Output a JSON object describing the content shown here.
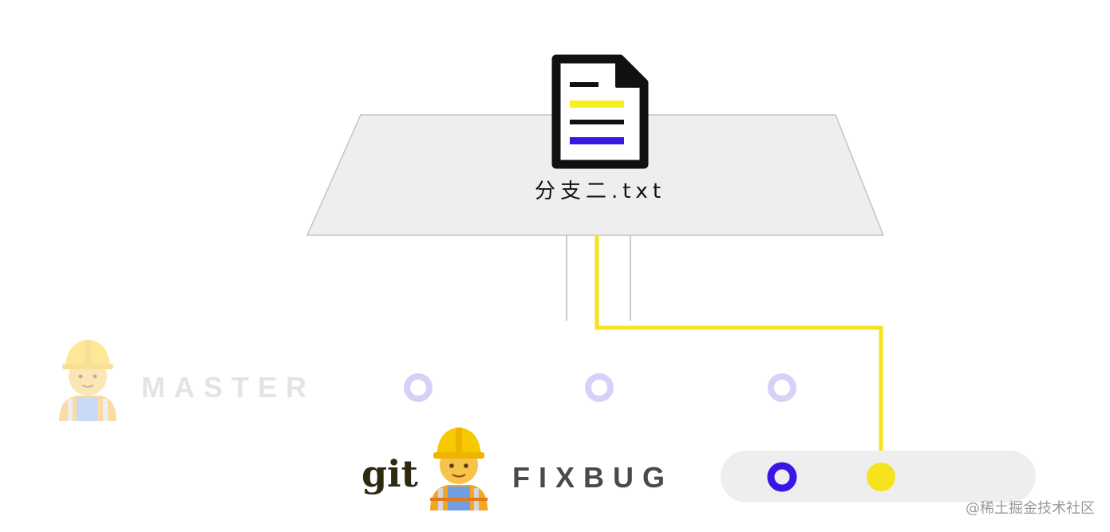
{
  "file": {
    "name": "分支二.txt",
    "icon": "document-icon",
    "line_colors": {
      "dark": "#111111",
      "yellow": "#f6ef21",
      "purple": "#3b14e6"
    }
  },
  "branches": {
    "master": {
      "label": "MASTER",
      "avatar_icon": "construction-worker-icon",
      "commit_count": 3,
      "color": "#d9d0f7"
    },
    "fixbug": {
      "label": "FIXBUG",
      "avatar_icon": "construction-worker-icon",
      "logo_text": "git",
      "commit_color": "#3b14e6",
      "head_color": "#f6e31e"
    }
  },
  "connector_color": "#f6e31e",
  "watermark": "@稀土掘金技术社区"
}
